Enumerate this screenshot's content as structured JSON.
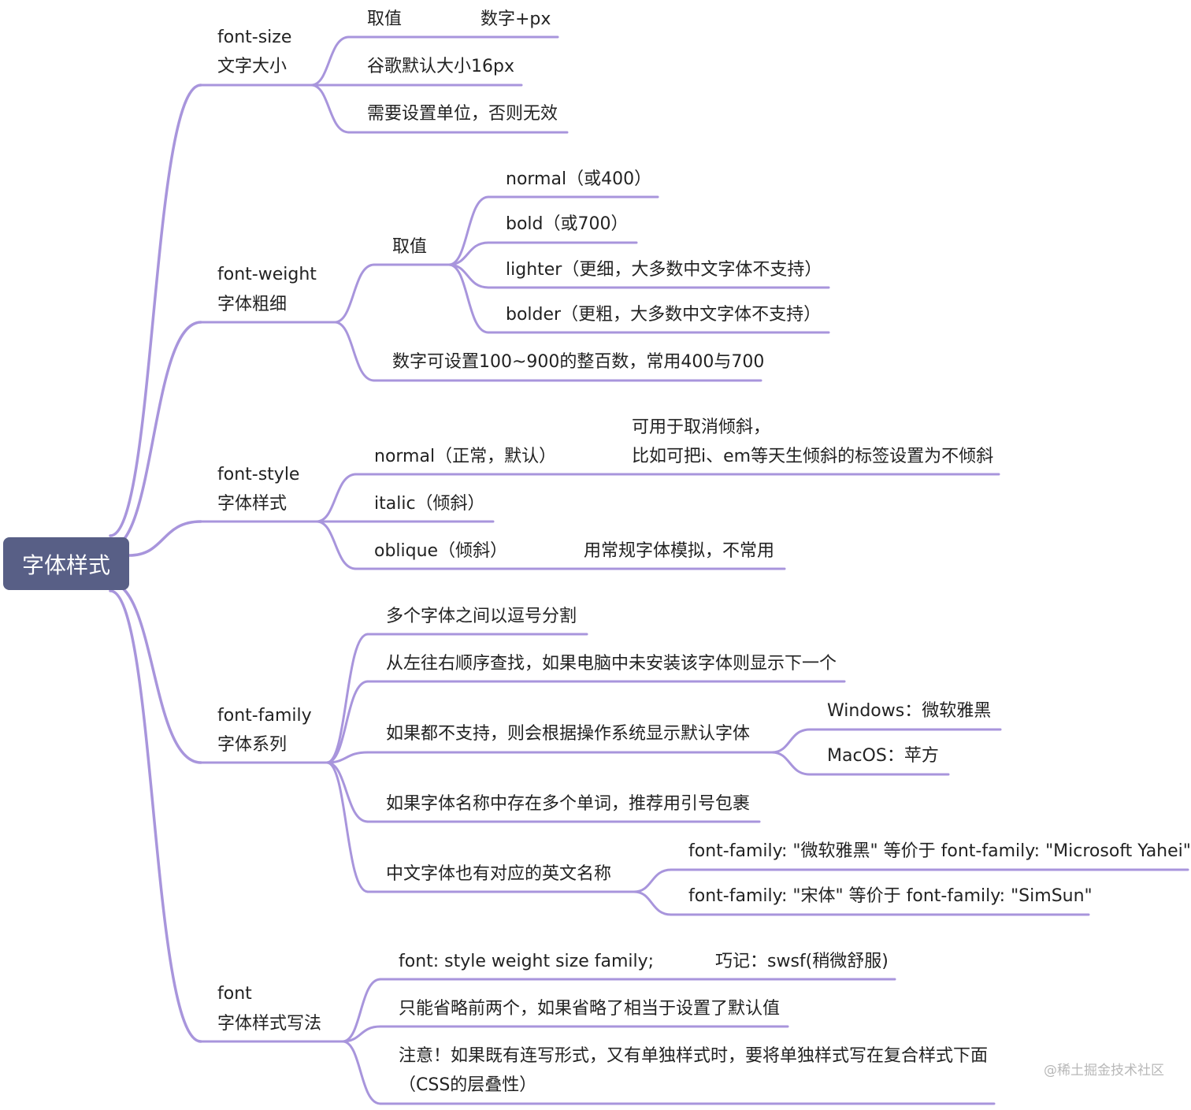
{
  "colors": {
    "line": "#a895dc",
    "root_bg": "#585f86",
    "root_text": "#ffffff",
    "text": "#222222"
  },
  "root": {
    "label": "字体样式"
  },
  "branches": [
    {
      "label_lines": [
        "font-size",
        "文字大小"
      ],
      "children": [
        {
          "text": "取值",
          "extra": "数字+px"
        },
        {
          "text": "谷歌默认大小16px"
        },
        {
          "text": "需要设置单位，否则无效"
        }
      ]
    },
    {
      "label_lines": [
        "font-weight",
        "字体粗细"
      ],
      "children": [
        {
          "text": "取值",
          "children": [
            {
              "text": "normal（或400）"
            },
            {
              "text": "bold（或700）"
            },
            {
              "text": "lighter（更细，大多数中文字体不支持）"
            },
            {
              "text": "bolder（更粗，大多数中文字体不支持）"
            }
          ]
        },
        {
          "text": "数字可设置100~900的整百数，常用400与700"
        }
      ]
    },
    {
      "label_lines": [
        "font-style",
        "字体样式"
      ],
      "children": [
        {
          "text": "normal（正常，默认）",
          "extra_lines": [
            "可用于取消倾斜，",
            "比如可把i、em等天生倾斜的标签设置为不倾斜"
          ]
        },
        {
          "text": "italic（倾斜）"
        },
        {
          "text": "oblique（倾斜）",
          "extra": "用常规字体模拟，不常用"
        }
      ]
    },
    {
      "label_lines": [
        "font-family",
        "字体系列"
      ],
      "children": [
        {
          "text": "多个字体之间以逗号分割"
        },
        {
          "text": "从左往右顺序查找，如果电脑中未安装该字体则显示下一个"
        },
        {
          "text": "如果都不支持，则会根据操作系统显示默认字体",
          "children": [
            {
              "text": "Windows：微软雅黑"
            },
            {
              "text": "MacOS：苹方"
            }
          ]
        },
        {
          "text": "如果字体名称中存在多个单词，推荐用引号包裹"
        },
        {
          "text": "中文字体也有对应的英文名称",
          "children": [
            {
              "text": "font-family: \"微软雅黑\" 等价于 font-family: \"Microsoft Yahei\""
            },
            {
              "text": "font-family: \"宋体\" 等价于 font-family: \"SimSun\""
            }
          ]
        }
      ]
    },
    {
      "label_lines": [
        "font",
        "字体样式写法"
      ],
      "children": [
        {
          "text": "font: style weight size family;",
          "extra": "巧记：swsf(稍微舒服)"
        },
        {
          "text": "只能省略前两个，如果省略了相当于设置了默认值"
        },
        {
          "text_lines": [
            "注意！如果既有连写形式，又有单独样式时，要将单独样式写在复合样式下面",
            "（CSS的层叠性）"
          ]
        }
      ]
    }
  ],
  "watermark": "@稀土掘金技术社区"
}
